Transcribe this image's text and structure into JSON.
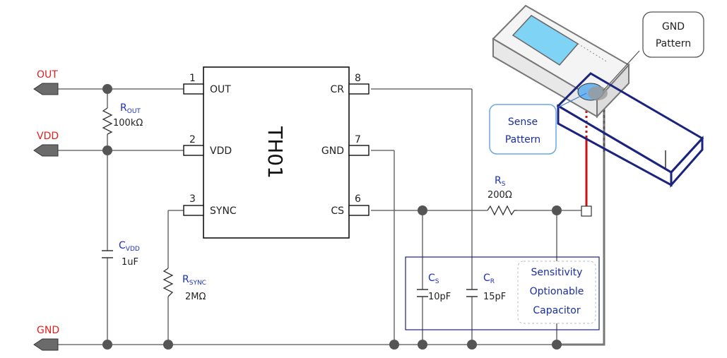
{
  "chip": {
    "name": "TH01",
    "pins": [
      {
        "num": "1",
        "name": "OUT"
      },
      {
        "num": "2",
        "name": "VDD"
      },
      {
        "num": "3",
        "name": "SYNC"
      },
      {
        "num": "8",
        "name": "CR"
      },
      {
        "num": "7",
        "name": "GND"
      },
      {
        "num": "6",
        "name": "CS"
      }
    ]
  },
  "nets": {
    "out": "OUT",
    "vdd": "VDD",
    "gnd": "GND"
  },
  "components": {
    "rout": {
      "sym": "R",
      "sub": "OUT",
      "value": "100kΩ"
    },
    "cvdd": {
      "sym": "C",
      "sub": "VDD",
      "value": "1uF"
    },
    "rsync": {
      "sym": "R",
      "sub": "SYNC",
      "value": "2MΩ"
    },
    "rs": {
      "sym": "R",
      "sub": "S",
      "value": "200Ω"
    },
    "cs": {
      "sym": "C",
      "sub": "S",
      "value": "10pF"
    },
    "cr": {
      "sym": "C",
      "sub": "R",
      "value": "15pF"
    }
  },
  "callouts": {
    "gnd_pattern": [
      "GND",
      "Pattern"
    ],
    "sense_pattern": [
      "Sense",
      "Pattern"
    ],
    "sensitivity": [
      "Sensitivity",
      "Optionable",
      "Capacitor"
    ]
  },
  "colors": {
    "net_label": "#e02020",
    "component_label": "#1a2fbf",
    "wire": "#555555",
    "ground_wire": "#777777",
    "device_outline": "#1a237e",
    "sense_line": "#cc1111"
  }
}
